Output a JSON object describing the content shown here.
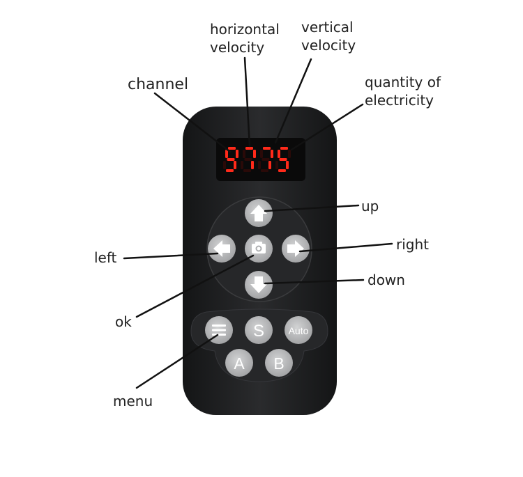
{
  "labels": {
    "horizontal_velocity_line1": "horizontal",
    "horizontal_velocity_line2": "velocity",
    "vertical_velocity_line1": "vertical",
    "vertical_velocity_line2": "velocity",
    "channel": "channel",
    "quantity_line1": "quantity of",
    "quantity_line2": "electricity",
    "up": "up",
    "left": "left",
    "right": "right",
    "down": "down",
    "ok": "ok",
    "menu": "menu"
  },
  "display": {
    "digits": [
      "9",
      "7",
      "7",
      "5"
    ],
    "color": "#ff2a1a"
  },
  "buttons": {
    "s_label": "S",
    "auto_label": "Auto",
    "a_label": "A",
    "b_label": "B"
  },
  "colors": {
    "body": "#1e1f21",
    "button": "#b9babb",
    "leader": "#111111"
  }
}
